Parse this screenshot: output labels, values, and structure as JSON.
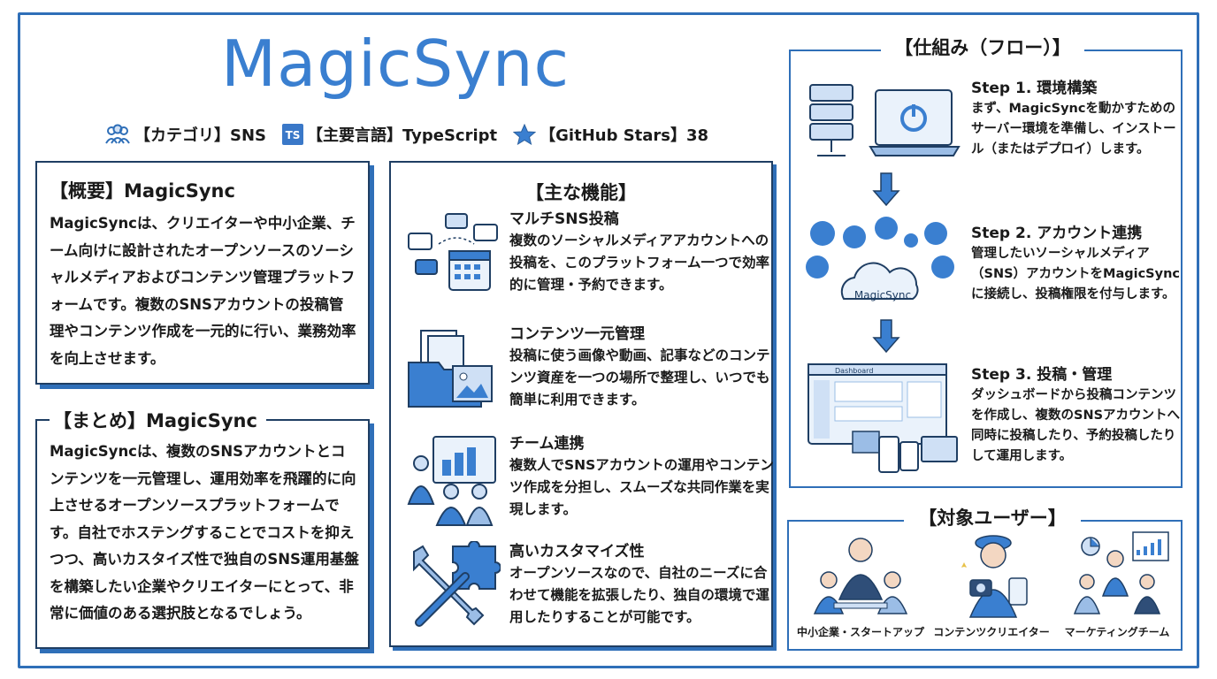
{
  "title": "MagicSync",
  "meta": {
    "category": "【カテゴリ】SNS",
    "language_badge": "TS",
    "language": "【主要言語】TypeScript",
    "stars": "【GitHub Stars】38"
  },
  "overview": {
    "heading": "【概要】MagicSync",
    "body": "MagicSyncは、クリエイターや中小企業、チーム向けに設計されたオープンソースのソーシャルメディアおよびコンテンツ管理プラットフォームです。複数のSNSアカウントの投稿管理やコンテンツ作成を一元的に行い、業務効率を向上させます。"
  },
  "summary": {
    "heading": "【まとめ】MagicSync",
    "body": "MagicSyncは、複数のSNSアカウントとコンテンツを一元管理し、運用効率を飛躍的に向上させるオープンソースプラットフォームです。自社でホステングすることでコストを抑えつつ、高いカスタイズ性で独自のSNS運用基盤を構築したい企業やクリエイターにとって、非常に価値のある選択肢となるでしょう。"
  },
  "features": {
    "heading": "【主な機能】",
    "items": [
      {
        "title": "マルチSNS投稿",
        "desc": "複数のソーシャルメディアアカウントへの投稿を、このプラットフォーム一つで効率的に管理・予約できます。",
        "icon": "chat-calendar-icon"
      },
      {
        "title": "コンテンツ一元管理",
        "desc": "投稿に使う画像や動画、記事などのコンテンツ資産を一つの場所で整理し、いつでも簡単に利用できます。",
        "icon": "folder-icon"
      },
      {
        "title": "チーム連携",
        "desc": "複数人でSNSアカウントの運用やコンテンツ作成を分担し、スムーズな共同作業を実現します。",
        "icon": "team-icon"
      },
      {
        "title": "高いカスタマイズ性",
        "desc": "オープンソースなので、自社のニーズに合わせて機能を拡張したり、独自の環境で運用したりすることが可能です。",
        "icon": "wrench-puzzle-icon"
      }
    ]
  },
  "flow": {
    "heading": "【仕組み（フロー）】",
    "steps": [
      {
        "title": "Step 1. 環境構築",
        "desc": "まず、MagicSyncを動かすためのサーバー環境を準備し、インストール（またはデプロイ）します。"
      },
      {
        "title": "Step 2. アカウント連携",
        "desc": "管理したいソーシャルメディア（SNS）アカウントをMagicSyncに接続し、投稿権限を付与します。"
      },
      {
        "title": "Step 3. 投稿・管理",
        "desc": "ダッシュボードから投稿コンテンツを作成し、複数のSNSアカウントへ同時に投稿したり、予約投稿したりして運用します。"
      }
    ],
    "cloud_label": "MagicSync",
    "dashboard_label": "Dashboard"
  },
  "users": {
    "heading": "【対象ユーザー】",
    "items": [
      {
        "label": "中小企業・スタートアップ"
      },
      {
        "label": "コンテンツクリエイター"
      },
      {
        "label": "マーケティングチーム"
      }
    ]
  },
  "colors": {
    "accent": "#2f6fb8",
    "title": "#3a7fd0",
    "ink": "#1f3e63"
  }
}
